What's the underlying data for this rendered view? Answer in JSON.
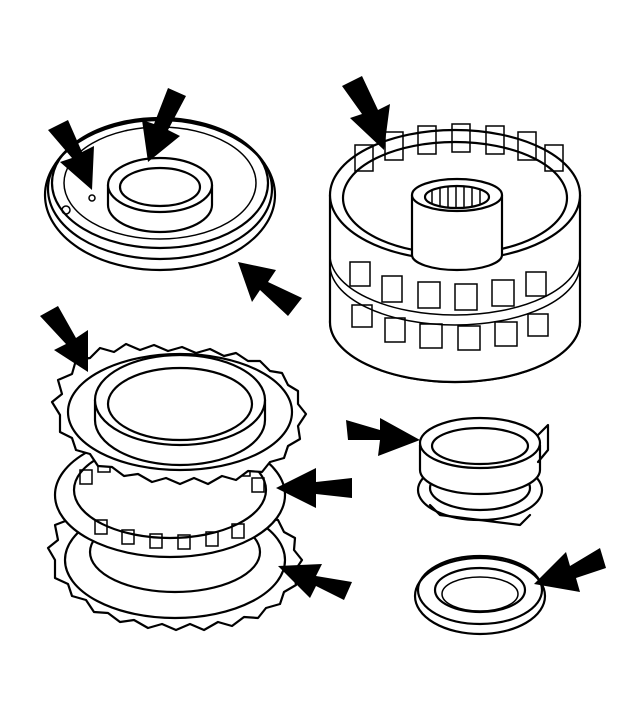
{
  "diagram": {
    "background": "#ffffff",
    "line_color": "#000000",
    "arrow_color": "#000000",
    "components": [
      {
        "icon": "seal-plate-icon",
        "arrows": 3
      },
      {
        "icon": "clutch-housing-icon",
        "arrows": 1
      },
      {
        "icon": "clutch-plate-stack-icon",
        "arrows": 3
      },
      {
        "icon": "coil-spring-icon",
        "arrows": 1
      },
      {
        "icon": "thrust-washer-icon",
        "arrows": 1
      }
    ]
  }
}
